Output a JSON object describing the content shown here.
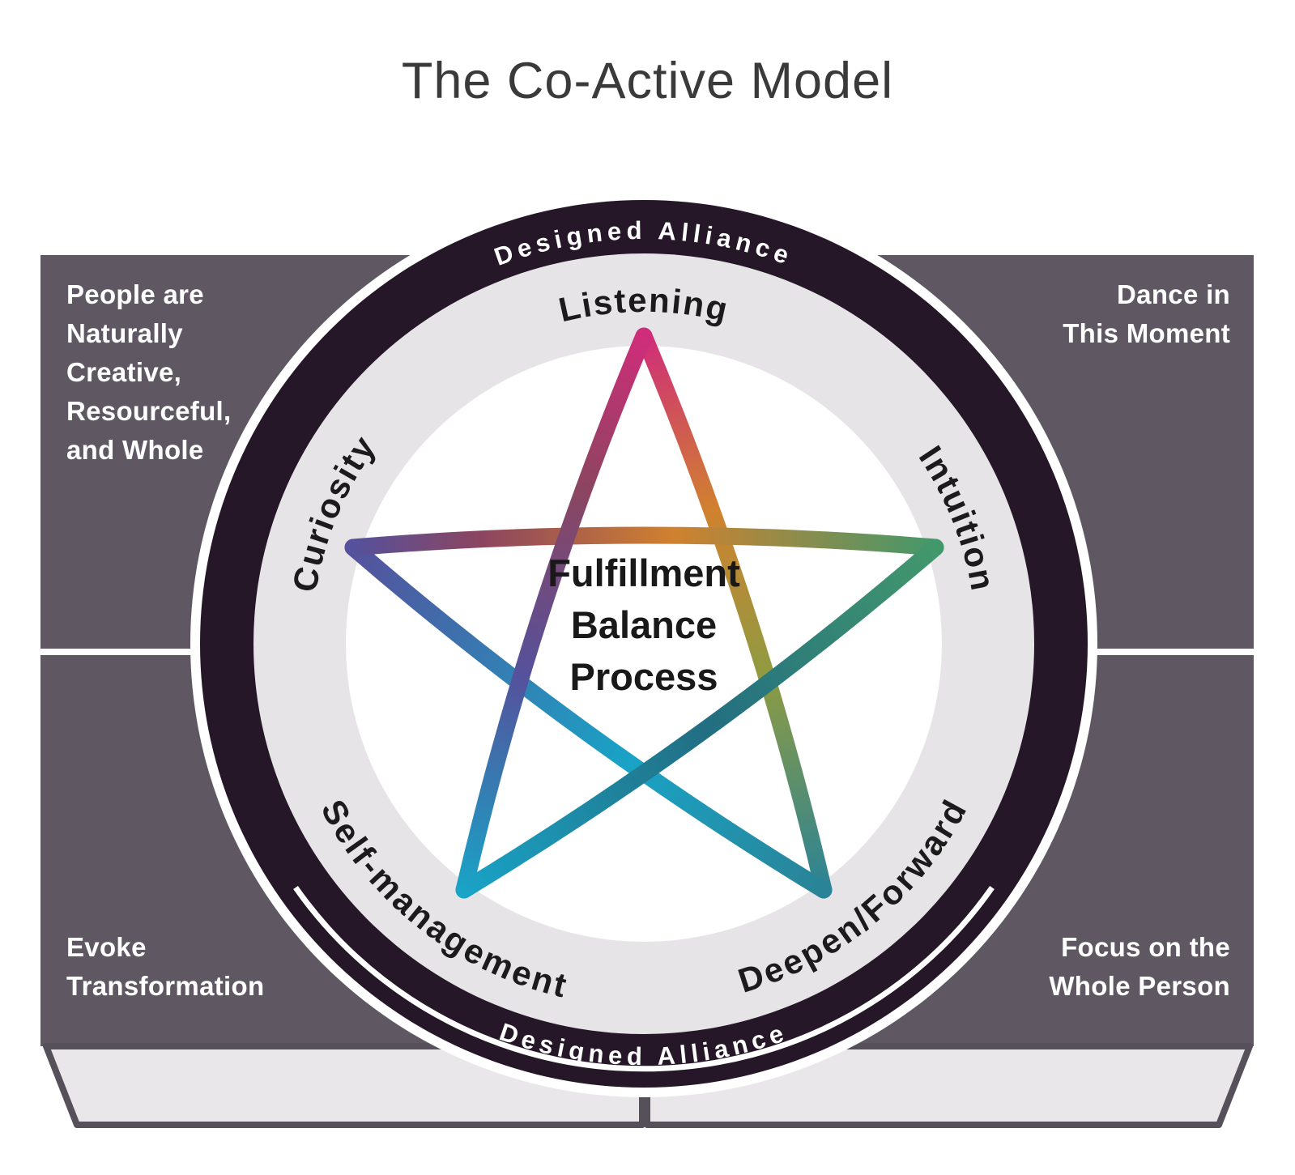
{
  "title": "The Co-Active Model",
  "quadrants": {
    "top_left": "People are\nNaturally\nCreative,\nResourceful,\nand Whole",
    "top_right": "Dance in\nThis Moment",
    "bottom_left": "Evoke\nTransformation",
    "bottom_right": "Focus on the\nWhole Person"
  },
  "ring": {
    "designed_alliance_top": "Designed Alliance",
    "designed_alliance_bottom": "Designed Alliance",
    "labels": {
      "top": "Listening",
      "left": "Curiosity",
      "right": "Intuition",
      "bottom_left": "Self-management",
      "bottom_right": "Deepen/Forward"
    }
  },
  "center_star": {
    "line1": "Fulfillment",
    "line2": "Balance",
    "line3": "Process"
  },
  "colors": {
    "quadrant": "#5F5863",
    "ring_dark": "#251728",
    "ring_light": "#E6E4E6",
    "center_fill": "#FFFFFF",
    "halo": "#FFFFFF",
    "base_fill": "#E9E7E9",
    "base_edge": "#56505A",
    "title_text": "#3A3A3A",
    "label_text": "#1B1B1B",
    "quadrant_text": "#FFFFFF",
    "star": {
      "top": "#CF2D7A",
      "upper_right": "#D0812F",
      "olive": "#8F9B41",
      "right": "#43986B",
      "teal_dark": "#226E82",
      "bottom_right": "#2A8396",
      "cyan": "#19A3C6",
      "left": "#55519C",
      "plum": "#8C4560"
    }
  }
}
